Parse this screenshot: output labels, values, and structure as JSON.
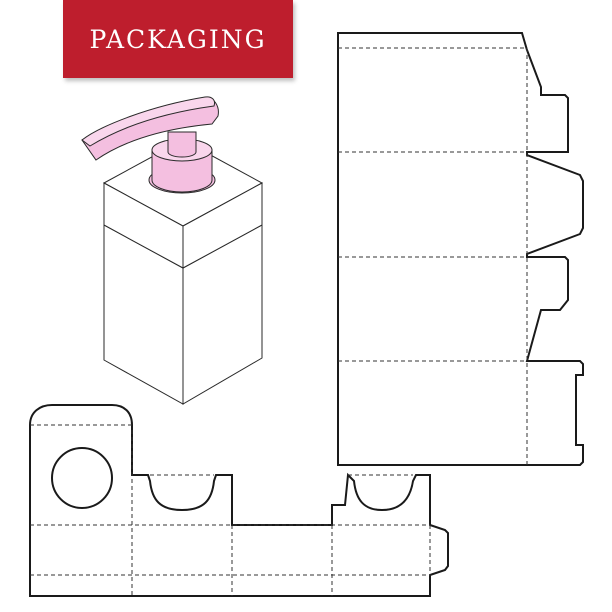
{
  "banner": {
    "title": "PACKAGING"
  },
  "colors": {
    "banner_background": "#be1e2d",
    "banner_text": "#ffffff",
    "pump_fill": "#f4bfe0",
    "pump_fill_light": "#f9d6ec",
    "dieline_stroke": "#1a1a1a"
  },
  "illustrations": [
    "dispenser-pump-bottle-in-box",
    "box-dieline-vertical",
    "box-dieline-horizontal"
  ]
}
